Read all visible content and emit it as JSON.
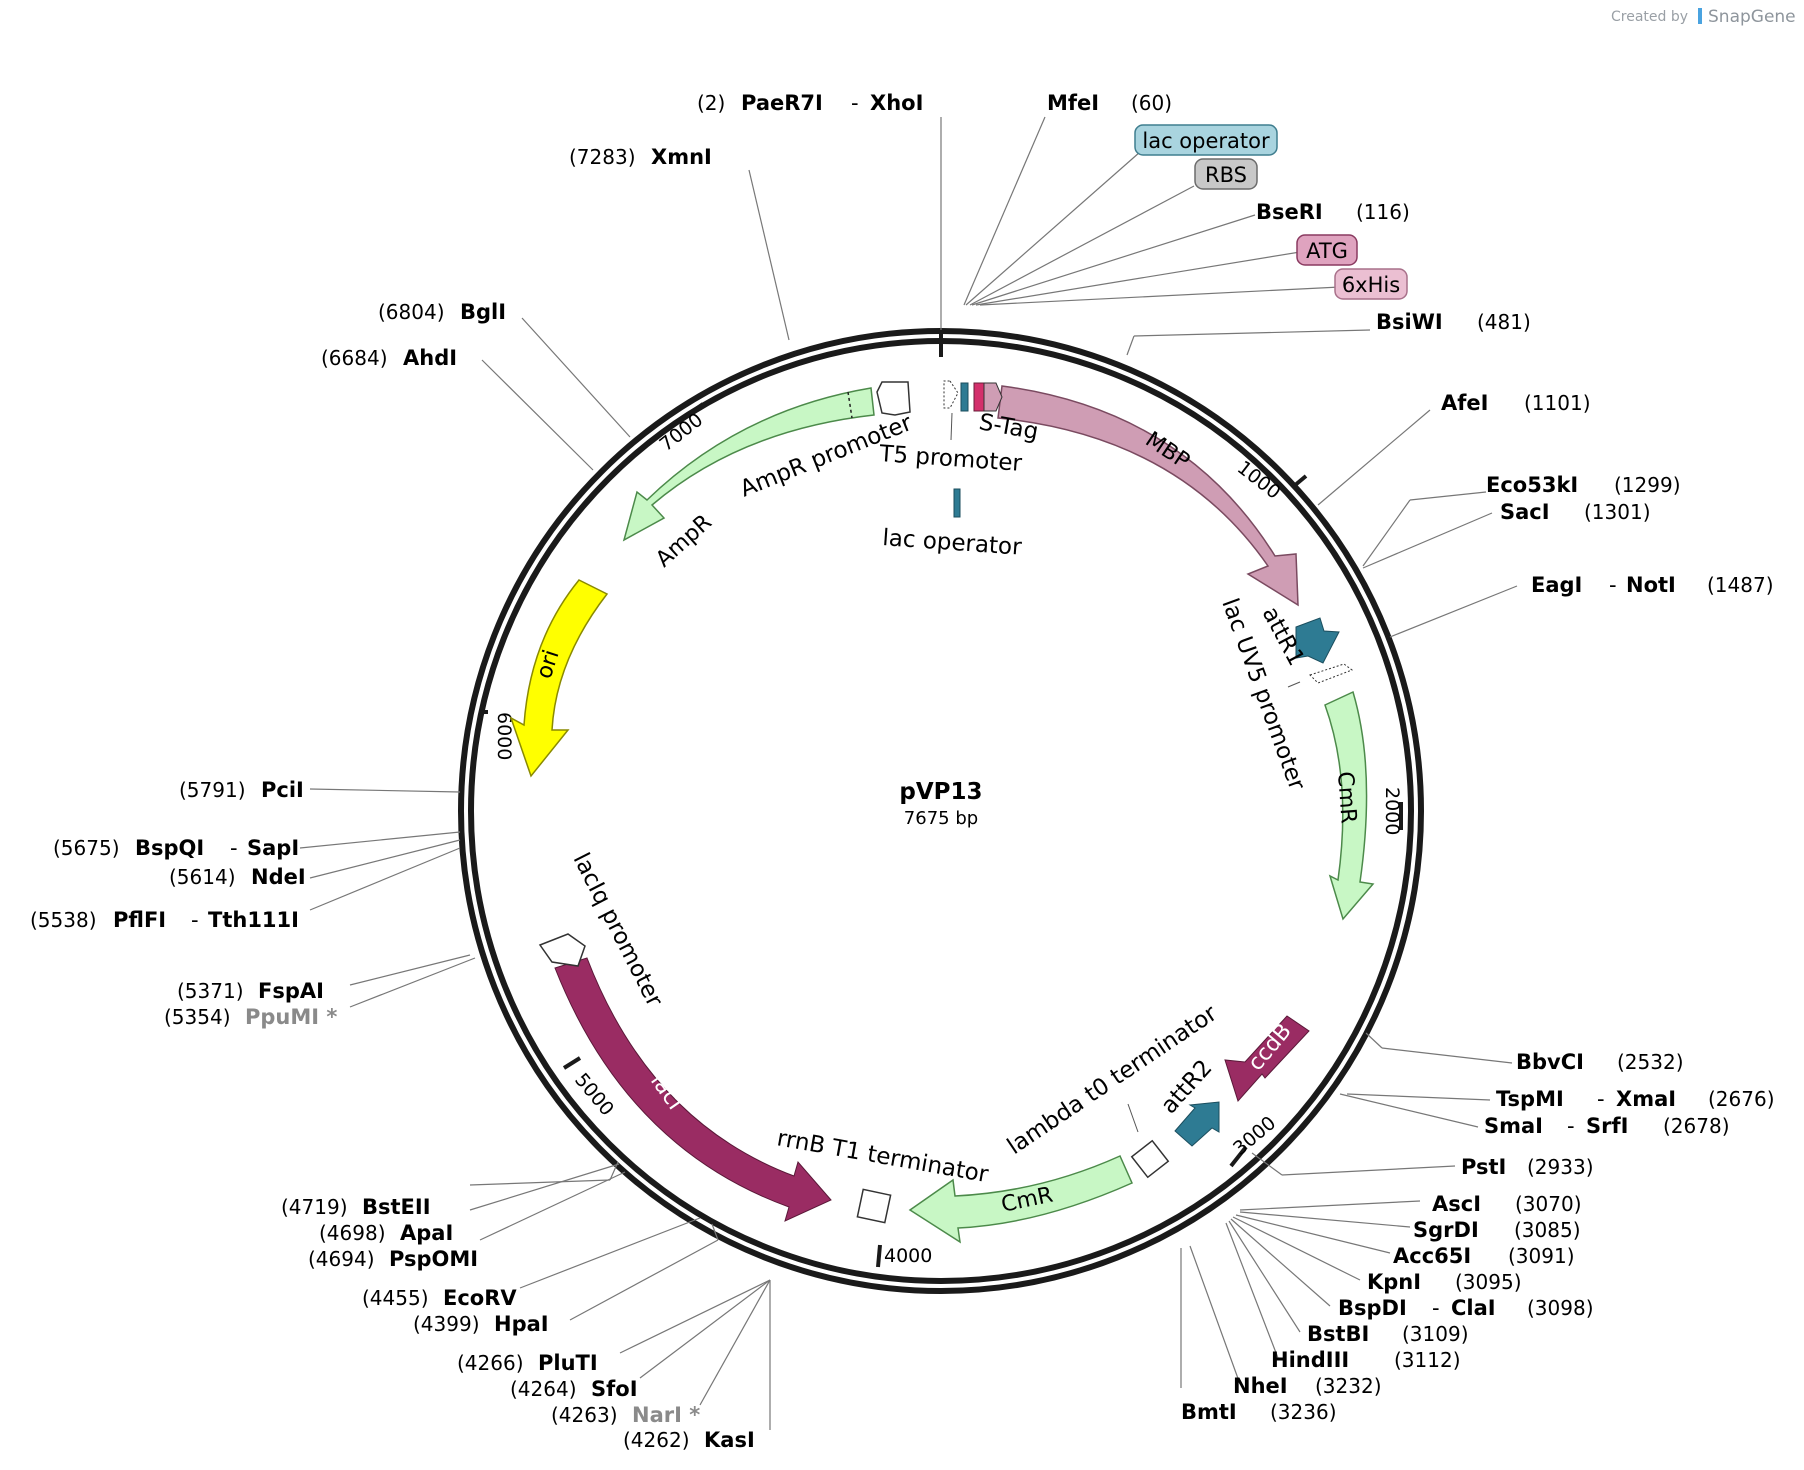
{
  "plasmid": {
    "name": "pVP13",
    "length": "7675 bp"
  },
  "credit": {
    "prefix": "Created by",
    "brand": "SnapGene"
  },
  "ticks": [
    "1000",
    "2000",
    "3000",
    "4000",
    "5000",
    "6000",
    "7000"
  ],
  "colors": {
    "mbp": "#cf9db4",
    "cmr": "#c8f7c5",
    "ampr": "#c8f7c5",
    "ori": "#ffff00",
    "laci": "#9a2c63",
    "ccdb": "#9a2c63",
    "att": "#2e7b93",
    "lac_operator_box": "#a9d4df",
    "rbs_box": "#c8c8c8",
    "atg_box": "#dfa3bf",
    "his_box": "#ebbfd2"
  },
  "sites": [
    {
      "pos": "(2)",
      "name": "PaeR7I",
      "sep": "-",
      "name2": "XhoI"
    },
    {
      "pos": "(60)",
      "name": "MfeI"
    },
    {
      "pos": "(116)",
      "name": "BseRI"
    },
    {
      "pos": "(481)",
      "name": "BsiWI"
    },
    {
      "pos": "(1101)",
      "name": "AfeI"
    },
    {
      "pos": "(1299)",
      "name": "Eco53kI"
    },
    {
      "pos": "(1301)",
      "name": "SacI"
    },
    {
      "pos": "(1487)",
      "name": "EagI",
      "sep": "-",
      "name2": "NotI"
    },
    {
      "pos": "(2532)",
      "name": "BbvCI"
    },
    {
      "pos": "(2676)",
      "name": "TspMI",
      "sep": "-",
      "name2": "XmaI"
    },
    {
      "pos": "(2678)",
      "name": "SmaI",
      "sep": "-",
      "name2": "SrfI"
    },
    {
      "pos": "(2933)",
      "name": "PstI"
    },
    {
      "pos": "(3070)",
      "name": "AscI"
    },
    {
      "pos": "(3085)",
      "name": "SgrDI"
    },
    {
      "pos": "(3091)",
      "name": "Acc65I"
    },
    {
      "pos": "(3095)",
      "name": "KpnI"
    },
    {
      "pos": "(3098)",
      "name": "BspDI",
      "sep": "-",
      "name2": "ClaI"
    },
    {
      "pos": "(3109)",
      "name": "BstBI"
    },
    {
      "pos": "(3112)",
      "name": "HindIII"
    },
    {
      "pos": "(3232)",
      "name": "NheI"
    },
    {
      "pos": "(3236)",
      "name": "BmtI"
    },
    {
      "pos": "(4262)",
      "name": "KasI"
    },
    {
      "pos": "(4263)",
      "name": "NarI *"
    },
    {
      "pos": "(4264)",
      "name": "SfoI"
    },
    {
      "pos": "(4266)",
      "name": "PluTI"
    },
    {
      "pos": "(4399)",
      "name": "HpaI"
    },
    {
      "pos": "(4455)",
      "name": "EcoRV"
    },
    {
      "pos": "(4694)",
      "name": "PspOMI"
    },
    {
      "pos": "(4698)",
      "name": "ApaI"
    },
    {
      "pos": "(4719)",
      "name": "BstEII"
    },
    {
      "pos": "(5354)",
      "name": "PpuMI *"
    },
    {
      "pos": "(5371)",
      "name": "FspAI"
    },
    {
      "pos": "(5538)",
      "name": "PflFI",
      "sep": "-",
      "name2": "Tth111I"
    },
    {
      "pos": "(5614)",
      "name": "NdeI"
    },
    {
      "pos": "(5675)",
      "name": "BspQI",
      "sep": "-",
      "name2": "SapI"
    },
    {
      "pos": "(5791)",
      "name": "PciI"
    },
    {
      "pos": "(6684)",
      "name": "AhdI"
    },
    {
      "pos": "(6804)",
      "name": "BglI"
    },
    {
      "pos": "(7283)",
      "name": "XmnI"
    }
  ],
  "boxed": {
    "lac_operator": "lac operator",
    "rbs": "RBS",
    "atg": "ATG",
    "his": "6xHis"
  },
  "features": {
    "mbp": "MBP",
    "stag": "S-Tag",
    "t5": "T5 promoter",
    "lacop_inner": "lac operator",
    "attr1": "attR1",
    "lacuv5": "lac UV5 promoter",
    "cmr1": "CmR",
    "ccdb": "ccdB",
    "attr2": "attR2",
    "lambda": "lambda t0 terminator",
    "cmr2": "CmR",
    "rrnb": "rrnB T1 terminator",
    "laci": "lacI",
    "laciq": "lacIq promoter",
    "ori": "ori",
    "ampr": "AmpR",
    "ampr_prom": "AmpR promoter"
  }
}
